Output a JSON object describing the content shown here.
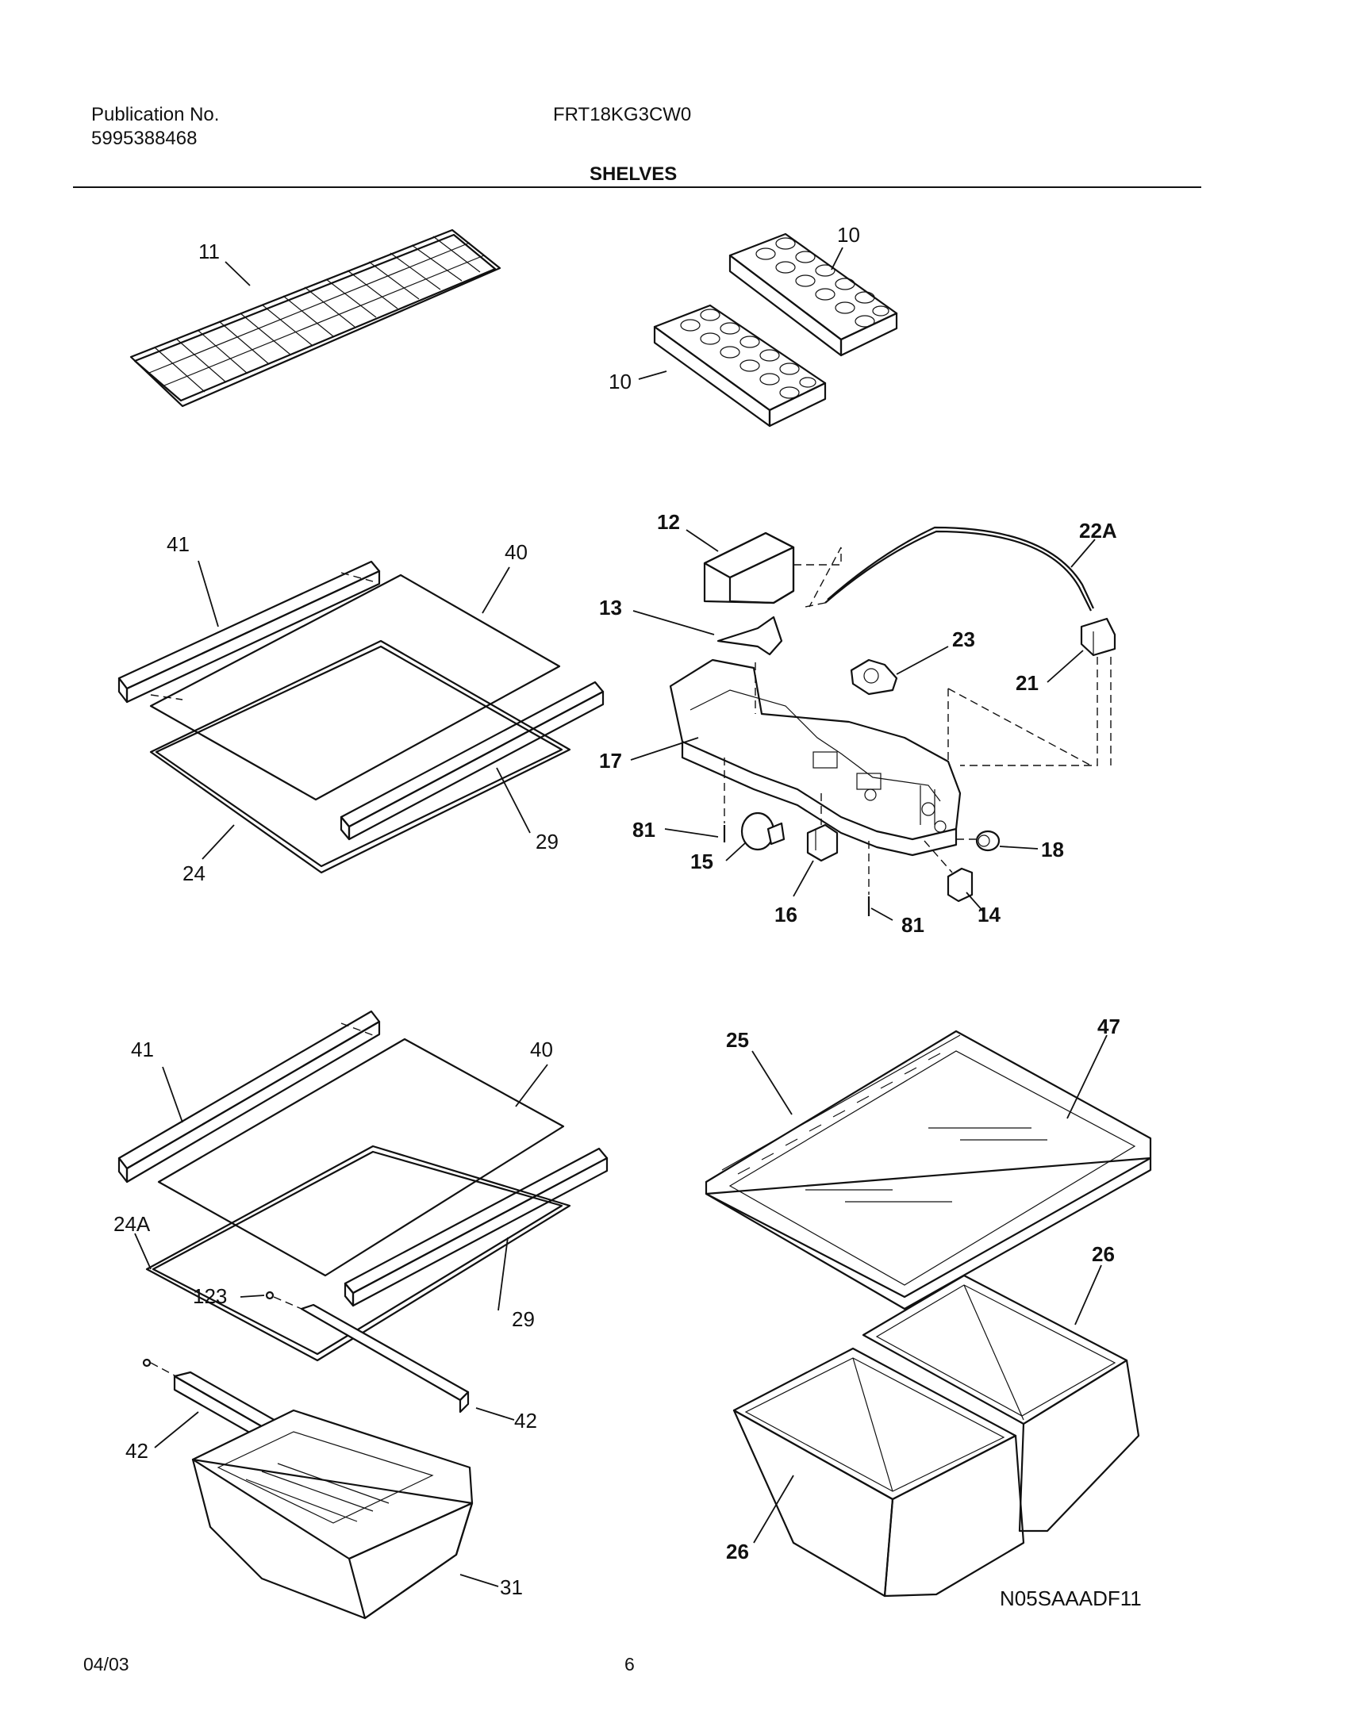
{
  "header": {
    "publication_label": "Publication No.",
    "publication_number": "5995388468",
    "model": "FRT18KG3CW0",
    "section_title": "SHELVES"
  },
  "footer": {
    "date": "04/03",
    "page": "6",
    "diagram_code": "N05SAAADF11"
  },
  "labels": {
    "p11": "11",
    "p10a": "10",
    "p10b": "10",
    "p41a": "41",
    "p40a": "40",
    "p29a": "29",
    "p24": "24",
    "p12": "12",
    "p13": "13",
    "p22A": "22A",
    "p23": "23",
    "p21": "21",
    "p17": "17",
    "p81a": "81",
    "p15": "15",
    "p16": "16",
    "p81b": "81",
    "p14": "14",
    "p18": "18",
    "p41b": "41",
    "p40b": "40",
    "p24A": "24A",
    "p123": "123",
    "p29b": "29",
    "p42a": "42",
    "p42b": "42",
    "p31": "31",
    "p25": "25",
    "p47": "47",
    "p26a": "26",
    "p26b": "26"
  }
}
